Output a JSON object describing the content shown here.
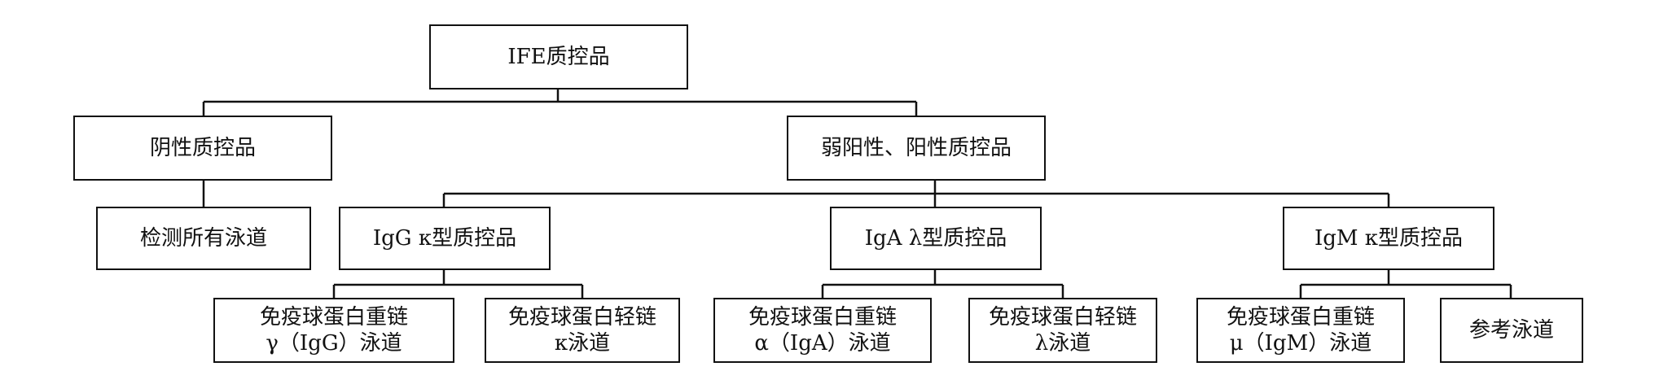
{
  "colors": {
    "stroke": "#111111",
    "text": "#111111",
    "background": "#ffffff"
  },
  "nodes": {
    "root": "IFE质控品",
    "negative": "阴性质控品",
    "positive": "弱阳性、阳性质控品",
    "negative_lanes": "检测所有泳道",
    "igg_kappa": "IgG κ型质控品",
    "iga_lambda": "IgA λ型质控品",
    "igm_kappa": "IgM κ型质控品",
    "igg_heavy": "免疫球蛋白重链\nγ（IgG）泳道",
    "igg_light": "免疫球蛋白轻链\nκ泳道",
    "iga_heavy": "免疫球蛋白重链\nα（IgA）泳道",
    "iga_light": "免疫球蛋白轻链\nλ泳道",
    "igm_heavy": "免疫球蛋白重链\nμ（IgM）泳道",
    "igm_ref": "参考泳道"
  }
}
